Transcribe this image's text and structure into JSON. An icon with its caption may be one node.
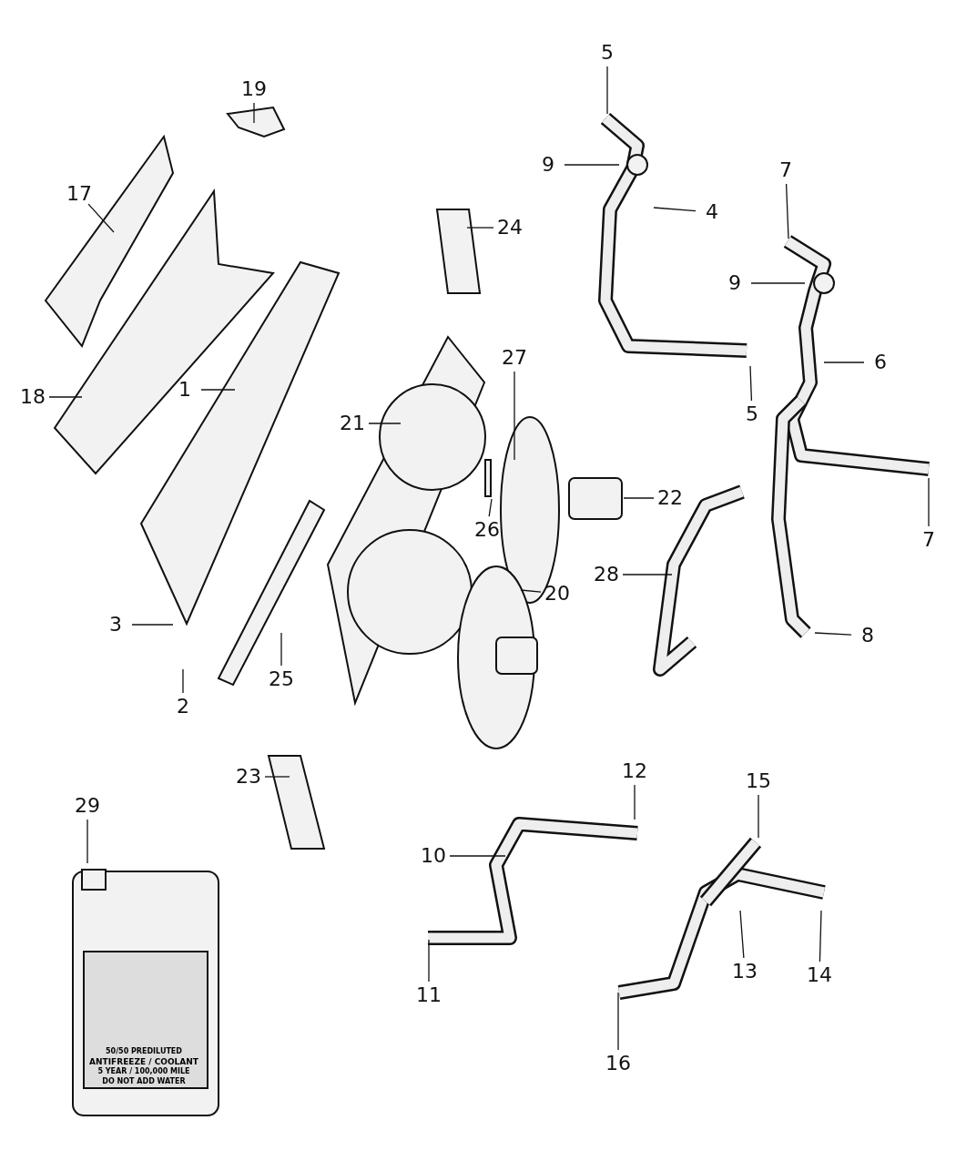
{
  "diagram": {
    "nodes": [
      {
        "text": [
          "1"
        ]
      },
      {
        "text": [
          "2"
        ]
      },
      {
        "text": [
          "3"
        ]
      },
      {
        "text": [
          "4"
        ]
      },
      {
        "text": [
          "5"
        ]
      },
      {
        "text": [
          "5"
        ]
      },
      {
        "text": [
          "6"
        ]
      },
      {
        "text": [
          "7"
        ]
      },
      {
        "text": [
          "7"
        ]
      },
      {
        "text": [
          "8"
        ]
      },
      {
        "text": [
          "9"
        ]
      },
      {
        "text": [
          "9"
        ]
      },
      {
        "text": [
          "10"
        ]
      },
      {
        "text": [
          "11"
        ]
      },
      {
        "text": [
          "12"
        ]
      },
      {
        "text": [
          "13"
        ]
      },
      {
        "text": [
          "14"
        ]
      },
      {
        "text": [
          "15"
        ]
      },
      {
        "text": [
          "16"
        ]
      },
      {
        "text": [
          "17"
        ]
      },
      {
        "text": [
          "18"
        ]
      },
      {
        "text": [
          "19"
        ]
      },
      {
        "text": [
          "20"
        ]
      },
      {
        "text": [
          "21"
        ]
      },
      {
        "text": [
          "22"
        ]
      },
      {
        "text": [
          "23"
        ]
      },
      {
        "text": [
          "24"
        ]
      },
      {
        "text": [
          "25"
        ]
      },
      {
        "text": [
          "26"
        ]
      },
      {
        "text": [
          "27"
        ]
      },
      {
        "text": [
          "28"
        ]
      },
      {
        "text": [
          "29"
        ]
      }
    ],
    "edges": [
      {
        "from": 0,
        "to": null,
        "arrow": "none"
      },
      {
        "from": 1,
        "to": null,
        "arrow": "none"
      },
      {
        "from": 2,
        "to": null,
        "arrow": "none"
      },
      {
        "from": 3,
        "to": null,
        "arrow": "none"
      },
      {
        "from": 4,
        "to": null,
        "arrow": "none"
      },
      {
        "from": 5,
        "to": null,
        "arrow": "none"
      },
      {
        "from": 6,
        "to": null,
        "arrow": "none"
      },
      {
        "from": 7,
        "to": null,
        "arrow": "none"
      },
      {
        "from": 8,
        "to": null,
        "arrow": "none"
      },
      {
        "from": 9,
        "to": null,
        "arrow": "none"
      },
      {
        "from": 10,
        "to": null,
        "arrow": "none"
      },
      {
        "from": 11,
        "to": null,
        "arrow": "none"
      },
      {
        "from": 12,
        "to": null,
        "arrow": "none"
      },
      {
        "from": 13,
        "to": null,
        "arrow": "none"
      },
      {
        "from": 14,
        "to": null,
        "arrow": "none"
      },
      {
        "from": 15,
        "to": null,
        "arrow": "none"
      },
      {
        "from": 16,
        "to": null,
        "arrow": "none"
      },
      {
        "from": 17,
        "to": null,
        "arrow": "none"
      },
      {
        "from": 18,
        "to": null,
        "arrow": "none"
      },
      {
        "from": 19,
        "to": null,
        "arrow": "none"
      },
      {
        "from": 20,
        "to": null,
        "arrow": "none"
      },
      {
        "from": 21,
        "to": null,
        "arrow": "none"
      },
      {
        "from": 22,
        "to": null,
        "arrow": "none"
      },
      {
        "from": 23,
        "to": null,
        "arrow": "none"
      },
      {
        "from": 24,
        "to": null,
        "arrow": "none"
      },
      {
        "from": 25,
        "to": null,
        "arrow": "none"
      },
      {
        "from": 26,
        "to": null,
        "arrow": "none"
      },
      {
        "from": 27,
        "to": null,
        "arrow": "none"
      },
      {
        "from": 28,
        "to": null,
        "arrow": "none"
      },
      {
        "from": 29,
        "to": null,
        "arrow": "none"
      },
      {
        "from": 30,
        "to": null,
        "arrow": "none"
      },
      {
        "from": 31,
        "to": null,
        "arrow": "none"
      }
    ],
    "labels": [
      "50/50 PREDILUTED",
      "ANTIFREEZE / COOLANT",
      "5 YEAR / 100,000 MILE",
      "DO NOT ADD WATER"
    ]
  }
}
